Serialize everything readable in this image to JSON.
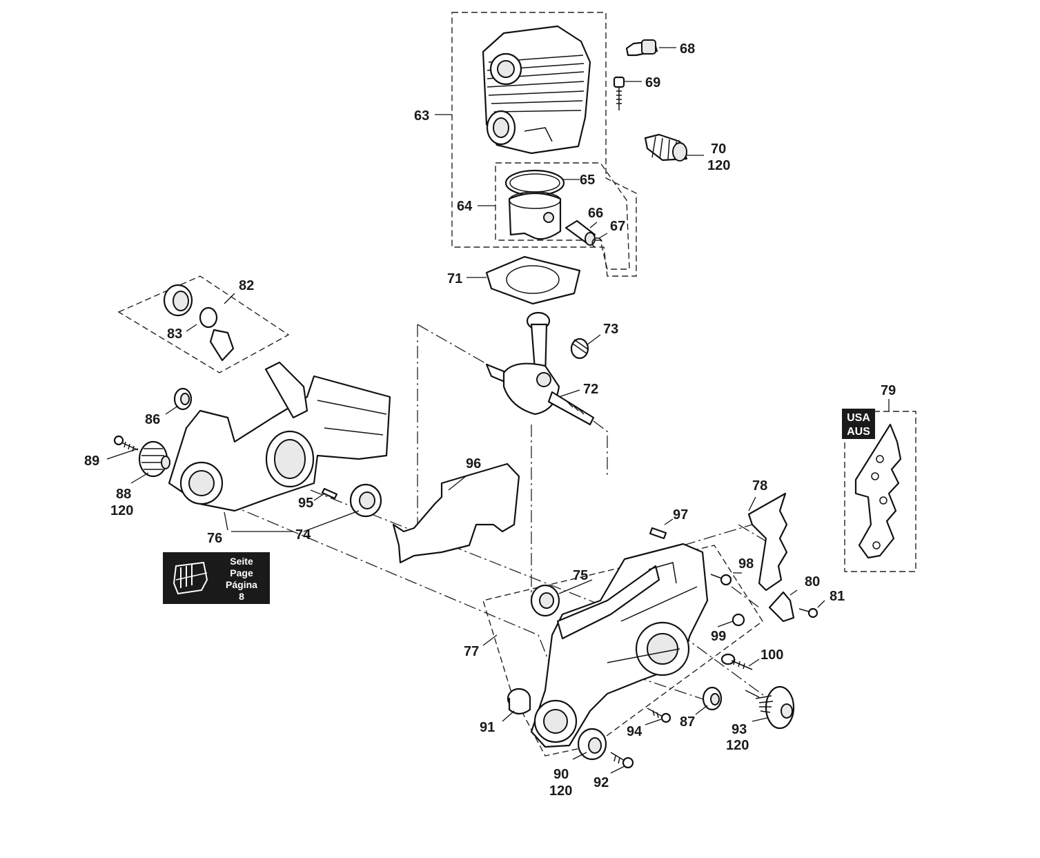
{
  "diagram": {
    "callouts": {
      "c63": "63",
      "c64": "64",
      "c65": "65",
      "c66": "66",
      "c67": "67",
      "c68": "68",
      "c69": "69",
      "c70": "70",
      "c70b": "120",
      "c71": "71",
      "c72": "72",
      "c73": "73",
      "c74": "74",
      "c75": "75",
      "c76": "76",
      "c77": "77",
      "c78": "78",
      "c79": "79",
      "c80": "80",
      "c81": "81",
      "c82": "82",
      "c83": "83",
      "c86": "86",
      "c87": "87",
      "c88": "88",
      "c88b": "120",
      "c89": "89",
      "c90": "90",
      "c90b": "120",
      "c91": "91",
      "c92": "92",
      "c93": "93",
      "c93b": "120",
      "c94": "94",
      "c95": "95",
      "c96": "96",
      "c97": "97",
      "c98": "98",
      "c99": "99",
      "c100": "100"
    },
    "page_ref_box": {
      "line1": "Seite",
      "line2": "Page",
      "line3": "Página",
      "line4": "8"
    },
    "region_badge": {
      "line1": "USA",
      "line2": "AUS"
    }
  }
}
